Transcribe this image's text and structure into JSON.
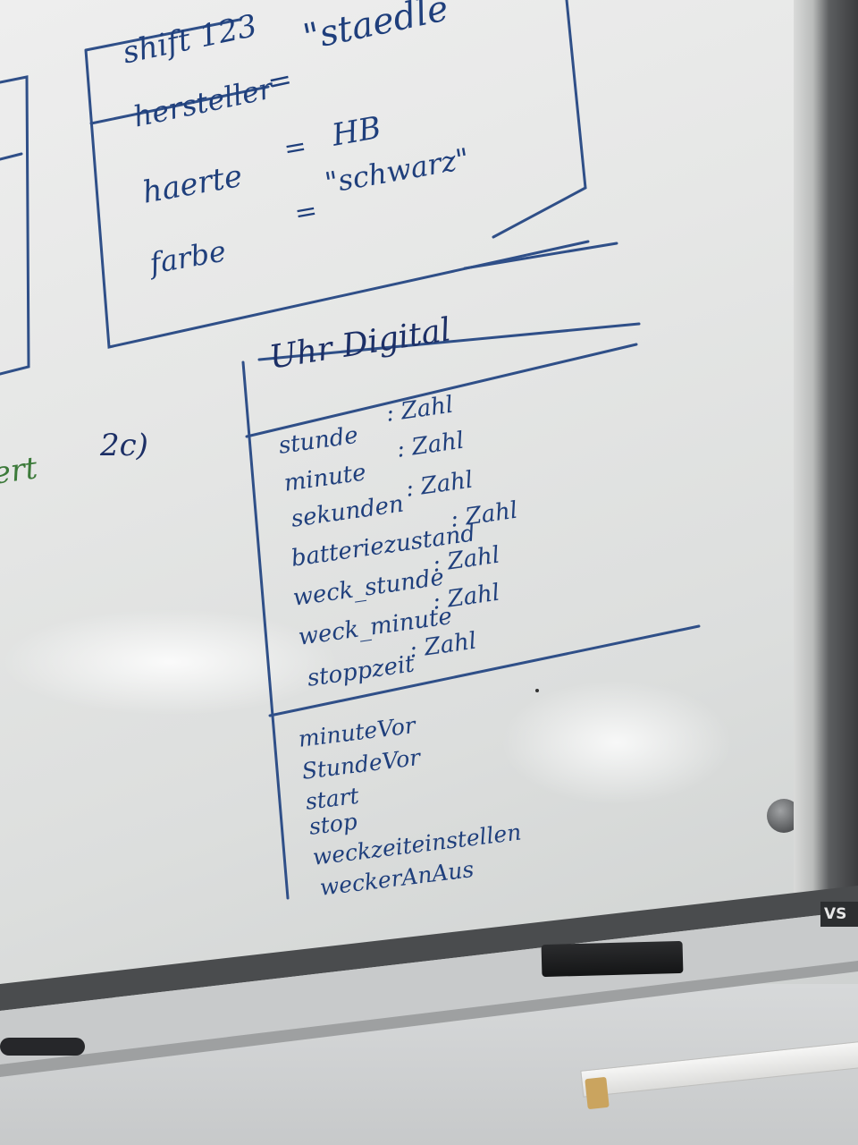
{
  "top_class_box": {
    "title": "shift 123",
    "attributes": [
      {
        "name": "hersteller",
        "sep": "=",
        "value": "\"staedle"
      },
      {
        "name": "haerte",
        "sep": "=",
        "value": "HB"
      },
      {
        "name": "farbe",
        "sep": "=",
        "value": "\"schwarz\""
      }
    ]
  },
  "left_edge_fragment": "ert",
  "task_label": "2c)",
  "uml_class": {
    "name": "Uhr Digital",
    "attributes": [
      {
        "name": "stunde",
        "type": ": Zahl"
      },
      {
        "name": "minute",
        "type": ": Zahl"
      },
      {
        "name": "sekunden",
        "type": ": Zahl"
      },
      {
        "name": "batteriezustand",
        "type": ": Zahl"
      },
      {
        "name": "weck_stunde",
        "type": ": Zahl"
      },
      {
        "name": "weck_minute",
        "type": ": Zahl"
      },
      {
        "name": "stoppzeit",
        "type": ": Zahl"
      }
    ],
    "methods": [
      "minuteVor",
      "StundeVor",
      "start",
      "stop",
      "weckzeiteinstellen",
      "weckerAnAus"
    ]
  },
  "board_brand": "VS",
  "colors": {
    "marker_blue": "#1f3f7c",
    "marker_green": "#3c7a3a",
    "board": "#e8e9e8",
    "frame": "#3b3c3e"
  }
}
